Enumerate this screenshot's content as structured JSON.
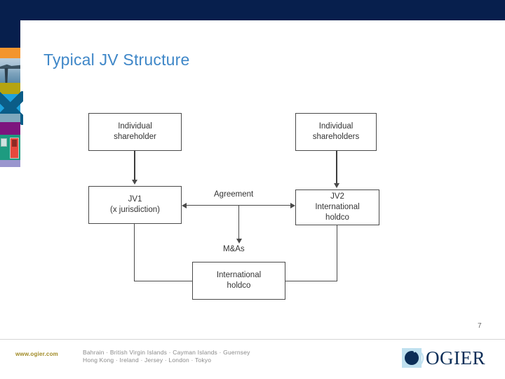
{
  "slide": {
    "title": "Typical JV Structure",
    "page_number": "7",
    "title_color": "#3f87c8",
    "banner_color": "#071f4d"
  },
  "diagram": {
    "nodes": [
      {
        "id": "ind-shareholder",
        "lines": [
          "Individual",
          "shareholder"
        ]
      },
      {
        "id": "ind-shareholders",
        "lines": [
          "Individual",
          "shareholders"
        ]
      },
      {
        "id": "jv1",
        "lines": [
          "JV1",
          "(x jurisdiction)"
        ]
      },
      {
        "id": "jv2",
        "lines": [
          "JV2",
          "International",
          "holdco"
        ]
      },
      {
        "id": "intl-holdco",
        "lines": [
          "International",
          "holdco"
        ]
      }
    ],
    "edge_labels": {
      "agreement": "Agreement",
      "mas": "M&As"
    }
  },
  "footer": {
    "url": "www.ogier.com",
    "locations_line1": "Bahrain · British Virgin Islands · Cayman Islands · Guernsey",
    "locations_line2": "Hong Kong · Ireland · Jersey · London · Tokyo",
    "url_color": "#a08a24"
  },
  "logo": {
    "wordmark": "OGIER",
    "color": "#0b2d57"
  }
}
